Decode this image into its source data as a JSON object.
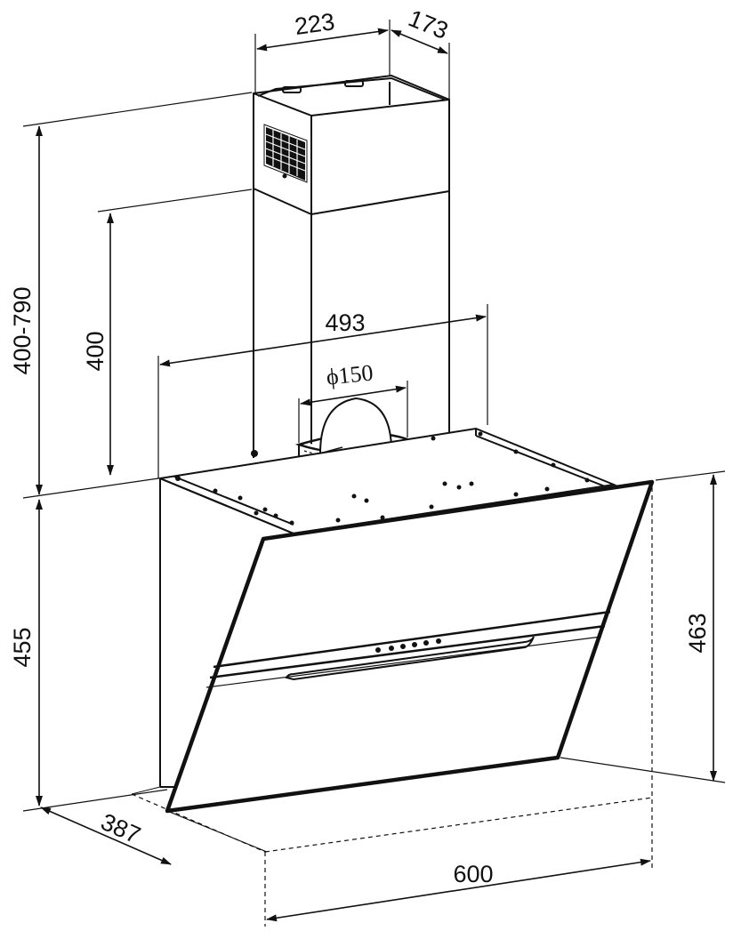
{
  "dimensions": {
    "chimney_width": "223",
    "chimney_depth": "173",
    "total_height_range": "400-790",
    "chimney_lower_height": "400",
    "body_width_top": "493",
    "duct_diameter": "ϕ150",
    "body_height": "455",
    "glass_height": "463",
    "depth": "387",
    "width": "600"
  },
  "colors": {
    "line": "#111111",
    "background": "#ffffff"
  }
}
